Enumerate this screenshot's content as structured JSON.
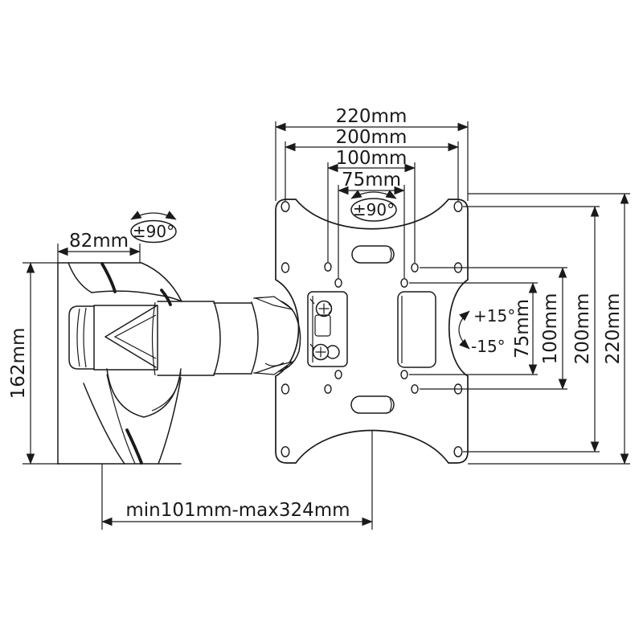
{
  "drawing": {
    "type": "technical-diagram",
    "subject": "Full-motion TV wall mount bracket, side view with VESA plate dimensions"
  },
  "labels": {
    "vesa_width_outer": "220mm",
    "vesa_width_200": "200mm",
    "vesa_width_100": "100mm",
    "vesa_width_75": "75mm",
    "plate_swivel": "±90°",
    "arm_swivel": "±90°",
    "wall_plate_depth": "82mm",
    "wall_plate_height": "162mm",
    "tilt_up": "+15°",
    "tilt_down": "-15°",
    "vesa_height_75": "75mm",
    "vesa_height_100": "100mm",
    "vesa_height_200": "200mm",
    "vesa_height_outer": "220mm",
    "extension_range": "min101mm-max324mm"
  },
  "colors": {
    "line": "#1a1a1a",
    "background": "#ffffff"
  }
}
